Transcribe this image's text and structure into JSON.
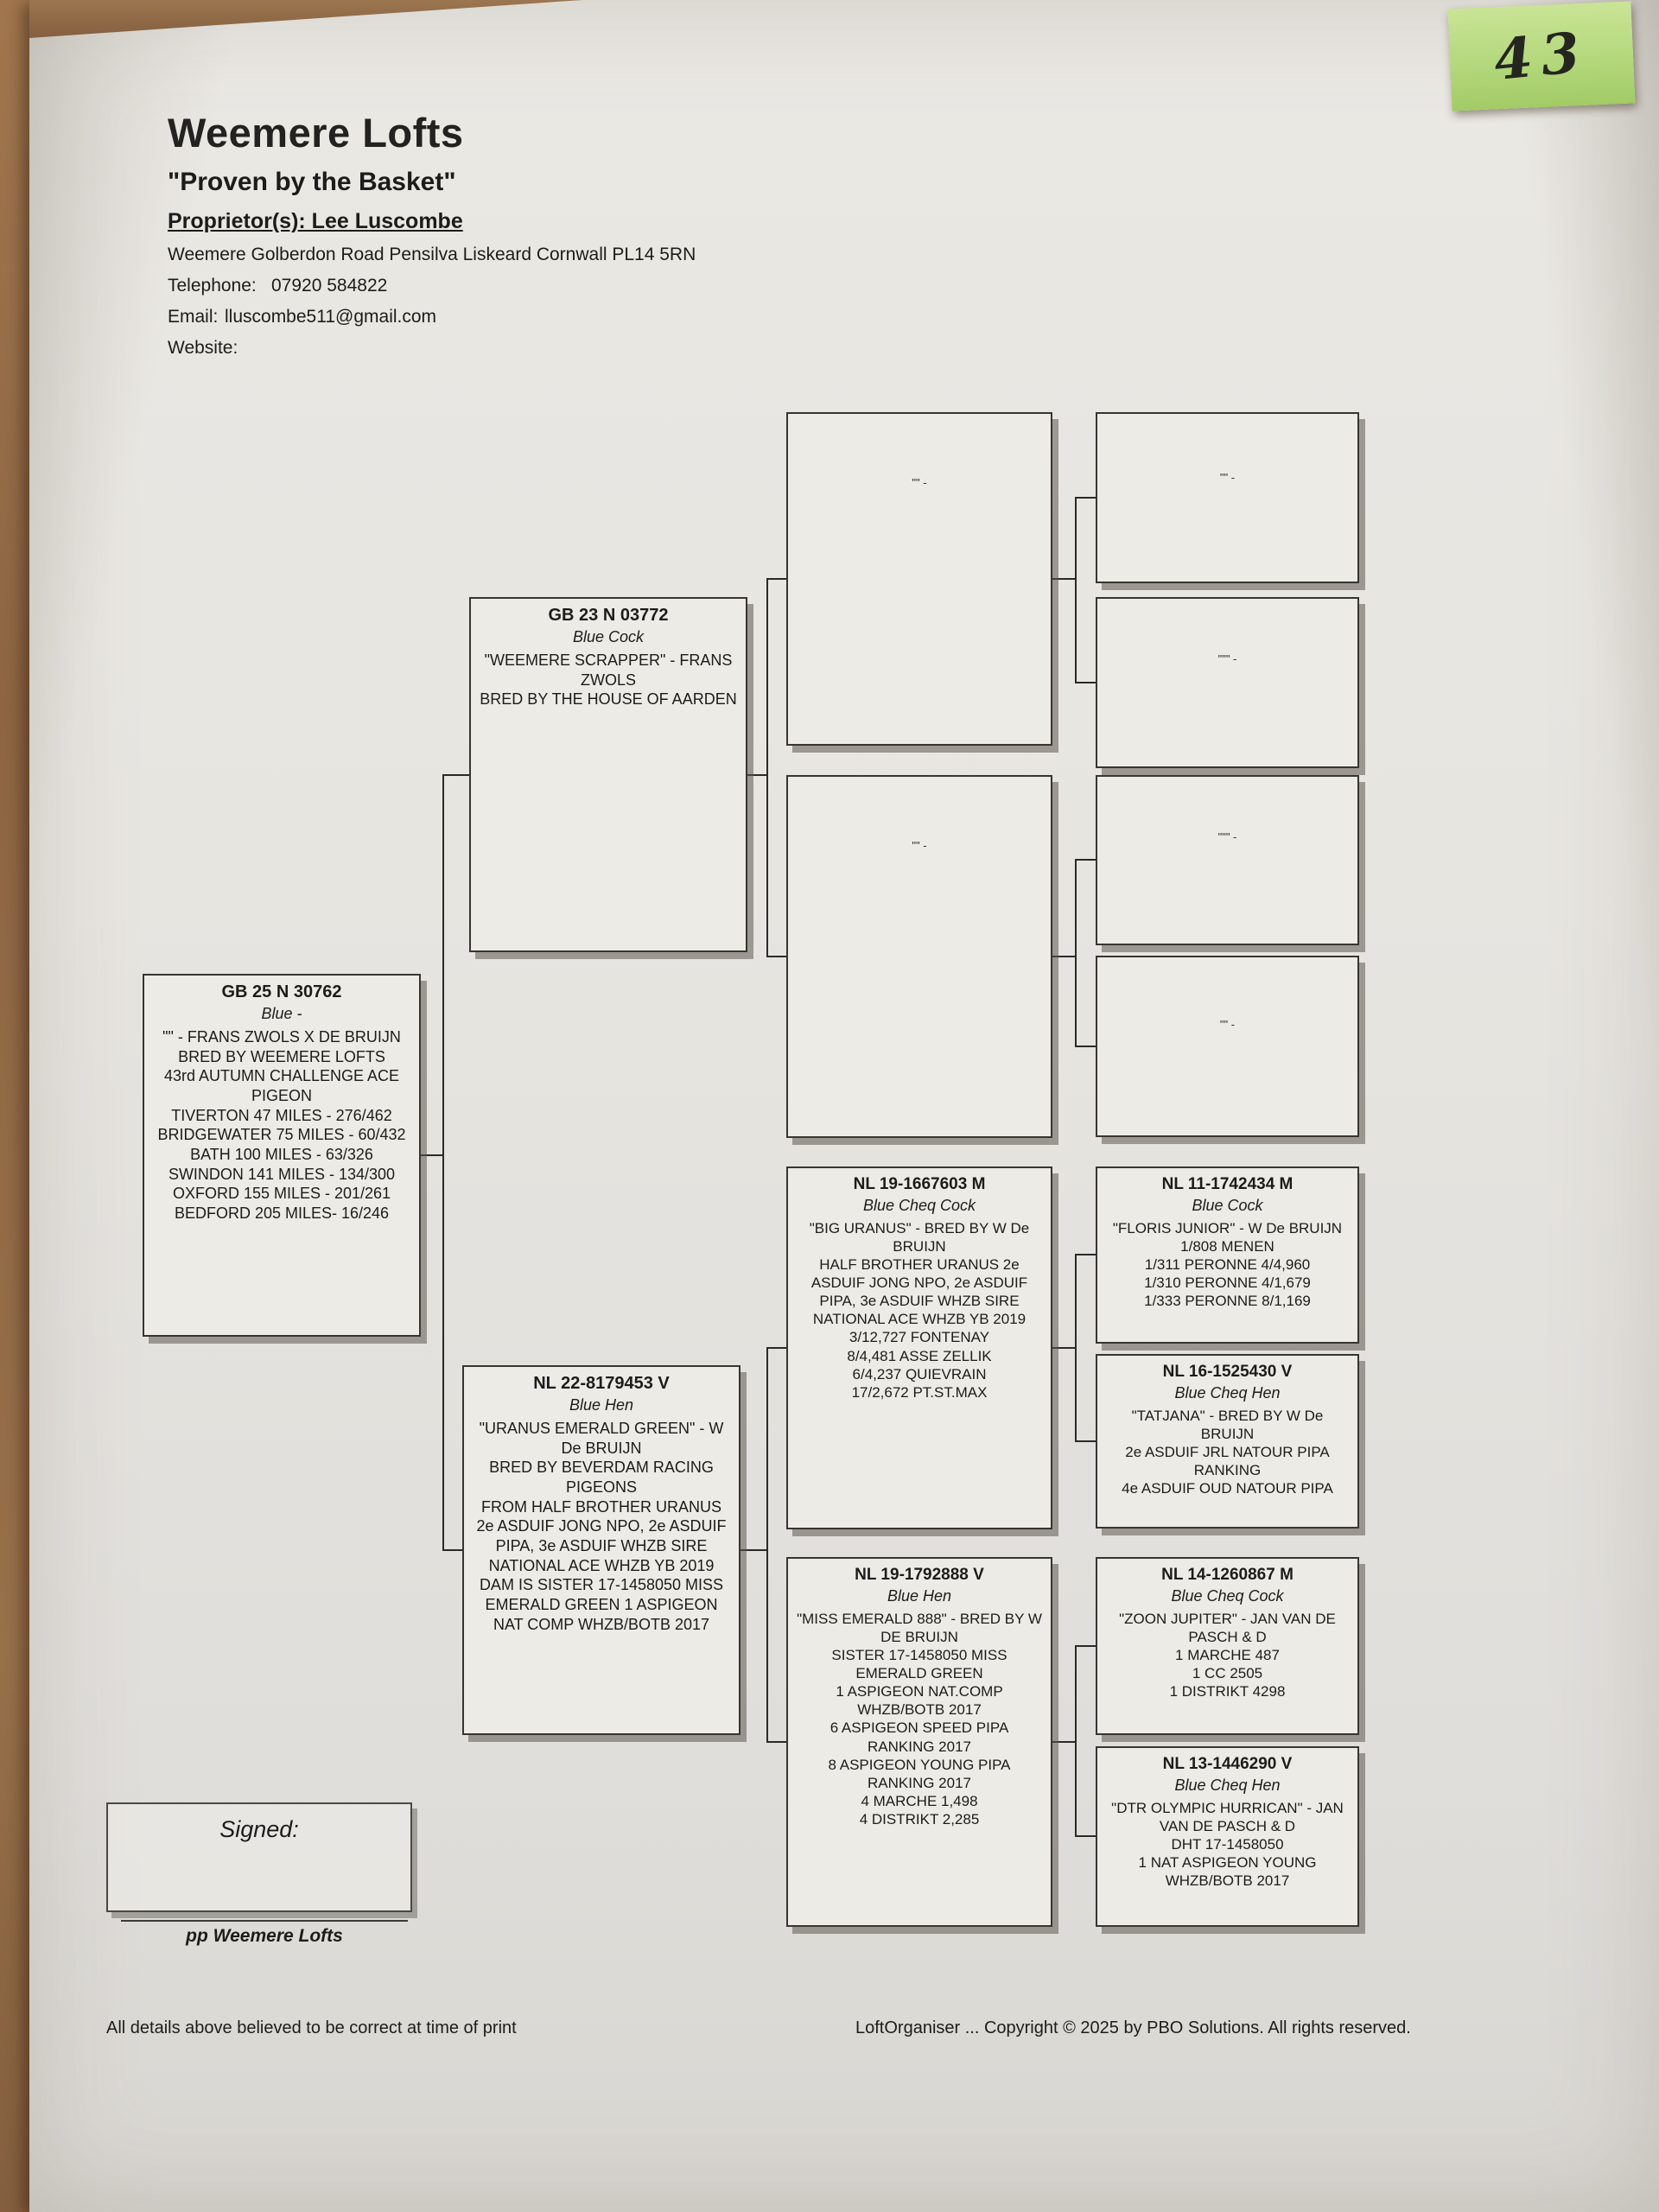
{
  "sticky_note": {
    "number": "43"
  },
  "header": {
    "loft_name": "Weemere Lofts",
    "slogan": "\"Proven by the Basket\"",
    "proprietor": "Proprietor(s): Lee Luscombe",
    "address": "Weemere Golberdon Road Pensilva Liskeard Cornwall PL14 5RN",
    "telephone_label": "Telephone:",
    "telephone_value": "07920 584822",
    "email_label": "Email:",
    "email_value": "lluscombe511@gmail.com",
    "website_label": "Website:"
  },
  "pedigree": {
    "subject": {
      "ring": "GB 25 N 30762",
      "color": "Blue -",
      "details": "\"\" - FRANS ZWOLS X DE BRUIJN\nBRED BY WEEMERE LOFTS\n43rd AUTUMN CHALLENGE ACE PIGEON\nTIVERTON 47 MILES - 276/462\nBRIDGEWATER 75 MILES - 60/432\nBATH 100 MILES - 63/326\nSWINDON 141 MILES - 134/300\nOXFORD 155 MILES - 201/261\nBEDFORD 205 MILES- 16/246"
    },
    "sire": {
      "ring": "GB 23 N 03772",
      "color": "Blue Cock",
      "details": "\"WEEMERE SCRAPPER\" - FRANS ZWOLS\nBRED BY THE HOUSE OF AARDEN"
    },
    "dam": {
      "ring": "NL 22-8179453 V",
      "color": "Blue Hen",
      "details": "\"URANUS EMERALD GREEN\" - W De BRUIJN\nBRED BY BEVERDAM RACING PIGEONS\nFROM HALF BROTHER URANUS\n2e ASDUIF JONG NPO, 2e ASDUIF PIPA, 3e ASDUIF WHZB SIRE\nNATIONAL ACE WHZB YB 2019\nDAM IS SISTER 17-1458050 MISS EMERALD GREEN 1 ASPIGEON\nNAT COMP WHZB/BOTB 2017"
    },
    "sire_sire": {
      "mark": "\"\" -"
    },
    "sire_dam": {
      "mark": "\"\" -"
    },
    "dam_sire": {
      "ring": "NL 19-1667603 M",
      "color": "Blue Cheq Cock",
      "details": "\"BIG URANUS\" - BRED BY W De BRUIJN\nHALF BROTHER URANUS 2e ASDUIF JONG NPO, 2e ASDUIF PIPA, 3e ASDUIF WHZB SIRE NATIONAL ACE WHZB YB 2019\n3/12,727 FONTENAY\n8/4,481 ASSE ZELLIK\n6/4,237 QUIEVRAIN\n17/2,672 PT.ST.MAX"
    },
    "dam_dam": {
      "ring": "NL 19-1792888 V",
      "color": "Blue Hen",
      "details": "\"MISS EMERALD 888\" - BRED BY W DE BRUIJN\nSISTER 17-1458050 MISS EMERALD GREEN\n1 ASPIGEON NAT.COMP WHZB/BOTB 2017\n6 ASPIGEON SPEED PIPA RANKING 2017\n8 ASPIGEON YOUNG PIPA RANKING 2017\n4 MARCHE 1,498\n4 DISTRIKT 2,285"
    },
    "sire_sire_sire": {
      "mark": "\"\" -"
    },
    "sire_sire_dam": {
      "mark": "\"\"\" -"
    },
    "sire_dam_sire": {
      "mark": "\"\"\" -"
    },
    "sire_dam_dam": {
      "mark": "\"\" -"
    },
    "dam_sire_sire": {
      "ring": "NL 11-1742434 M",
      "color": "Blue Cock",
      "details": "\"FLORIS JUNIOR\" - W De BRUIJN\n1/808 MENEN\n1/311 PERONNE 4/4,960\n1/310 PERONNE 4/1,679\n1/333 PERONNE 8/1,169"
    },
    "dam_sire_dam": {
      "ring": "NL 16-1525430 V",
      "color": "Blue Cheq Hen",
      "details": "\"TATJANA\" - BRED BY W De BRUIJN\n2e ASDUIF JRL NATOUR PIPA RANKING\n4e ASDUIF OUD NATOUR PIPA"
    },
    "dam_dam_sire": {
      "ring": "NL 14-1260867 M",
      "color": "Blue Cheq Cock",
      "details": "\"ZOON JUPITER\" - JAN VAN DE PASCH & D\n1 MARCHE 487\n1 CC 2505\n1 DISTRIKT 4298"
    },
    "dam_dam_dam": {
      "ring": "NL 13-1446290 V",
      "color": "Blue Cheq Hen",
      "details": "\"DTR OLYMPIC HURRICAN\" - JAN VAN DE PASCH & D\nDHT 17-1458050\n1 NAT ASPIGEON YOUNG WHZB/BOTB 2017"
    }
  },
  "signature": {
    "signed_label": "Signed:",
    "pp_line": "pp Weemere Lofts"
  },
  "footer": {
    "disclaimer": "All details above believed to be correct at time of print",
    "copyright": "LoftOrganiser ... Copyright © 2025 by PBO Solutions. All rights reserved."
  }
}
